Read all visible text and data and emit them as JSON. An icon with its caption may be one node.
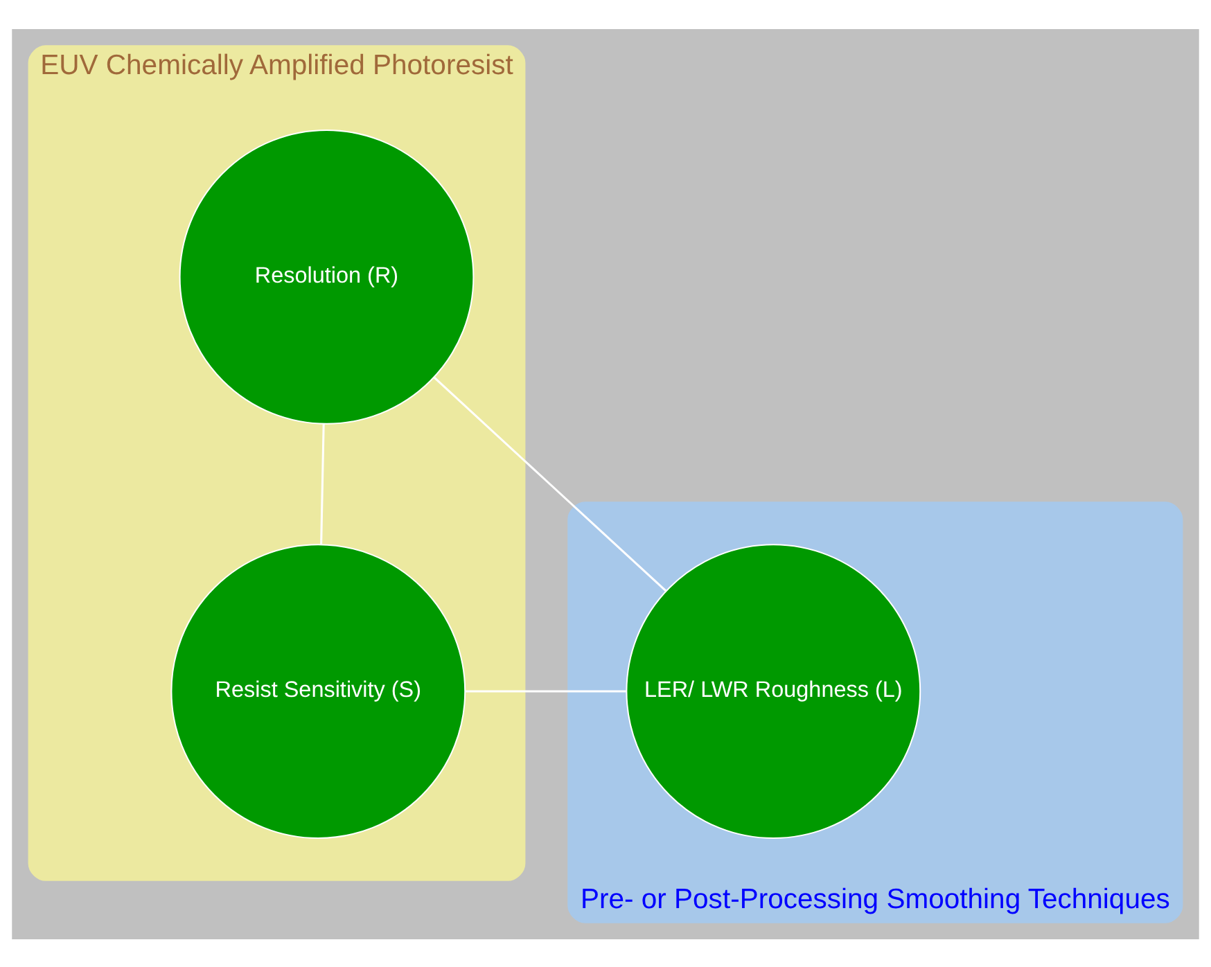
{
  "diagram": {
    "nodes": [
      {
        "text": [
          "EUV Chemically Amplified Photoresist"
        ]
      },
      {
        "text": [
          "Resolution (R)"
        ],
        "in": 0
      },
      {
        "text": [
          "Resist Sensitivity (S)"
        ],
        "in": 0
      },
      {
        "text": [
          "Pre- or Post-Processing Smoothing Techniques"
        ]
      },
      {
        "text": [
          "LER/ LWR Roughness (L)"
        ],
        "in": 3
      }
    ],
    "edges": [
      {
        "from": 1,
        "to": 4,
        "arrow": "none"
      },
      {
        "from": 1,
        "to": 2,
        "arrow": "none"
      },
      {
        "from": 4,
        "to": 2,
        "arrow": "none"
      }
    ]
  }
}
